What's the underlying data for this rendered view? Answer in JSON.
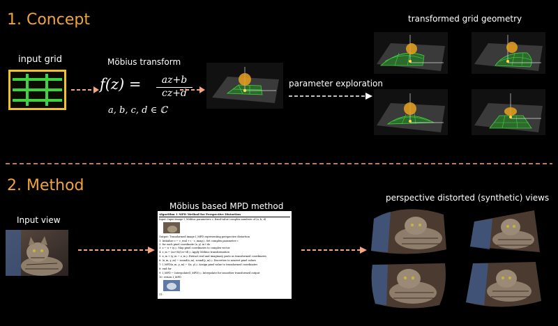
{
  "concept": {
    "title": "1. Concept",
    "input_grid_label": "input grid",
    "mobius_label": "Möbius transform",
    "formula_lhs": "f(z) =",
    "formula_num": "az+b",
    "formula_den": "cz+d",
    "formula_domain": "a, b, c, d ∈ ℂ",
    "param_label": "parameter exploration",
    "geometry_label": "transformed grid geometry"
  },
  "method": {
    "title": "2. Method",
    "input_view_label": "Input view",
    "mpd_label": "Möbius based MPD method",
    "views_label": "perspective distorted (synthetic) views",
    "algorithm": {
      "header": "Algorithm 1 MPD Method for Perspective Distortion",
      "input": "Input: Input image I, Möbius parameters c, fixed-value complex numbers of (a, b, d)",
      "output": "Output: Transformed image I_MPD representing perspective distortion",
      "lines": [
        "1:  Initialize c ← c_real + i · c_imag                               ▷ Set complex parameter c",
        "2:  for each pixel coordinate (x, y) in I do",
        "3:      z ← x + iy                                                 ▷ Map pixel coordinates to complex vector",
        "4:      z_m ← (az+b)/(cz+d)                                        ▷ Apply Möbius transformation",
        "5:      x_m + iy_m ← z_m                       ▷ Extract real and imaginary parts as transformed coordinates",
        "6:      (x_m, y_m) ← round(x_m), round(y_m)                    ▷ Discretize to nearest pixel values",
        "7:      I_MPD(x_m, y_m) ← I(x, y)                      ▷ Assign pixel value to transformed coordinates",
        "8:  end for",
        "9:  I_MPD ← Interpolate(I_MPD)                          ▷ Interpolate for smoother transformed output",
        "10: return I_MPD",
        "11:"
      ]
    }
  },
  "colors": {
    "accent": "#f0a53a",
    "arrow": "#f4a582",
    "grid_green": "#3fd43f",
    "frame_yellow": "#f2c12e"
  }
}
